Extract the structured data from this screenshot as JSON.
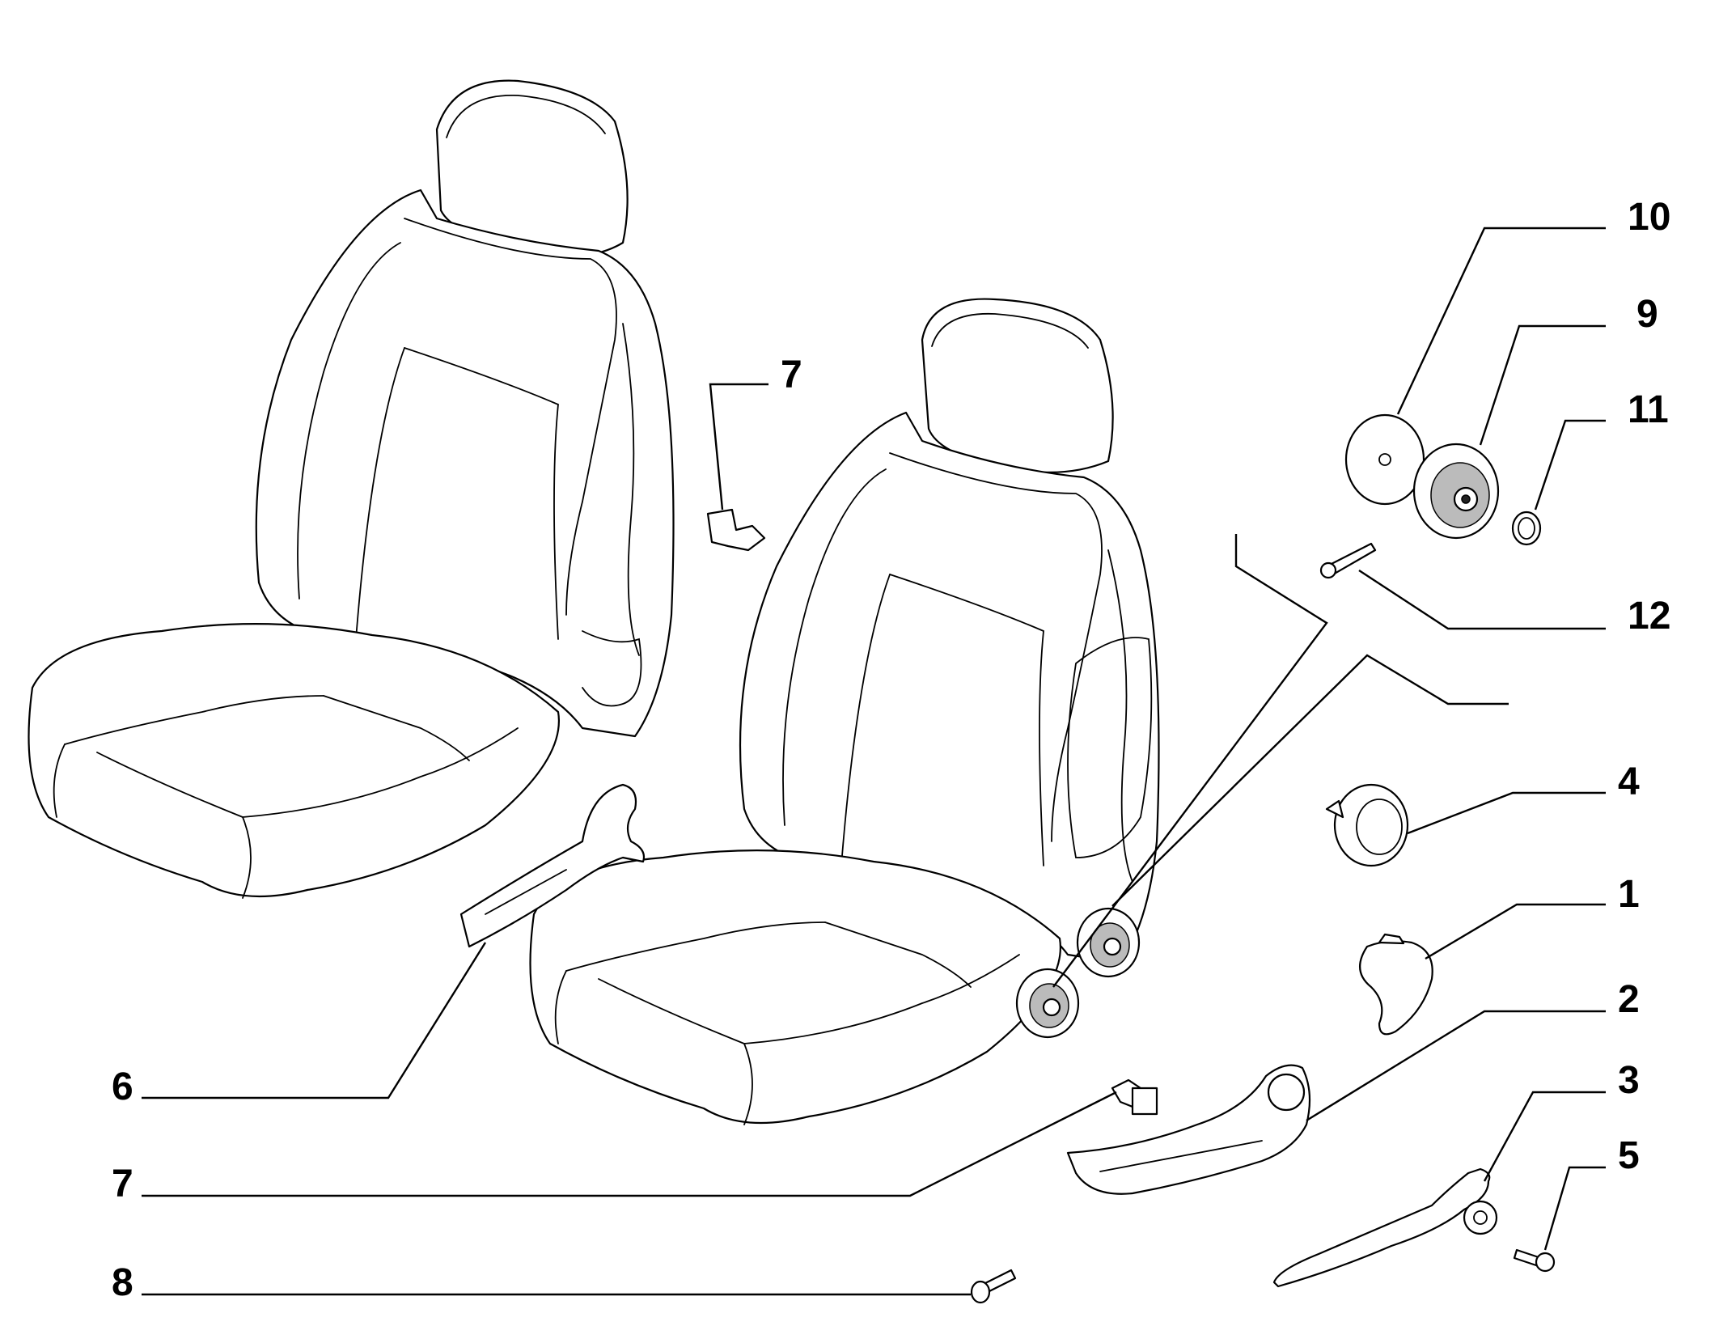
{
  "callouts": [
    {
      "id": "c10a",
      "text": "10"
    },
    {
      "id": "c9",
      "text": "9"
    },
    {
      "id": "c11",
      "text": "11"
    },
    {
      "id": "c12",
      "text": "12"
    },
    {
      "id": "c7top",
      "text": "7"
    },
    {
      "id": "c4",
      "text": "4"
    },
    {
      "id": "c1",
      "text": "1"
    },
    {
      "id": "c2",
      "text": "2"
    },
    {
      "id": "c3",
      "text": "3"
    },
    {
      "id": "c5",
      "text": "5"
    },
    {
      "id": "c6",
      "text": "6"
    },
    {
      "id": "c7bot",
      "text": "7"
    },
    {
      "id": "c8",
      "text": "8"
    }
  ]
}
